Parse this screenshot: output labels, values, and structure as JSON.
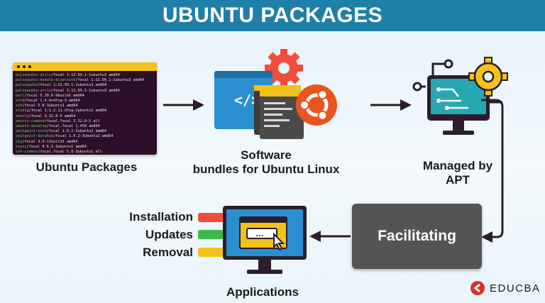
{
  "header": {
    "title": "UBUNTU PACKAGES"
  },
  "terminal": {
    "lines": [
      "pulseaudio-utils/focal 1:13.99.1-1ubuntu3 amd64",
      "pulseaudio-module-bluetooth/focal 1:13.99.1-1ubuntu3 amd64",
      "pulseaudio/focal 1:13.99.1-1ubuntu3 amd64",
      "pulseaudio-utils/focal 1:13.99.1-1ubuntu3 amd64",
      "perl/focal 5.30.0-9build1 amd64",
      "zstd/focal 1.4.4+dfsg-3 amd64",
      "zsh/focal 5.8-3ubuntu1 amd64",
      "zlib1g/focal 1:1.2.11.dfsg-2ubuntu1 amd64",
      "zenity/focal 3.32.0-5 amd64",
      "zenity-common/focal,focal 3.32.0-5 all",
      "ubuntu-desktop/focal,focal 1.450 amd64",
      "zeitgeist-core/focal 1.0.2-3ubuntu2 amd64",
      "zeitgeist-datahub/focal 1.0.2-3ubuntu2 amd64",
      "zip/focal 3.0-11build1 amd64",
      "zsync/focal 0.6.2-3ubuntu1 amd64",
      "zsh-common/focal,focal 5.8-3ubuntu1 all",
      "zstd/focal 1.4.4+dfsg-3 amd64"
    ]
  },
  "labels": {
    "ubuntu_packages": "Ubuntu Packages",
    "software_line1": "Software",
    "software_line2": "bundles for Ubuntu Linux",
    "managed_line1": "Managed by",
    "managed_line2": "APT",
    "facilitating": "Facilitating",
    "applications": "Applications"
  },
  "app_items": [
    {
      "label": "Installation",
      "color": "#f24d3a"
    },
    {
      "label": "Updates",
      "color": "#3cb94a"
    },
    {
      "label": "Removal",
      "color": "#f2c21b"
    }
  ],
  "brand": {
    "name": "EDUCBA",
    "color": "#d9302c"
  },
  "colors": {
    "header": "#1e7fa8",
    "ubuntu_orange": "#e9541f",
    "monitor_blue": "#1e7fa8",
    "arrow": "#2b1d2a",
    "facilitating_box": "#545454"
  }
}
